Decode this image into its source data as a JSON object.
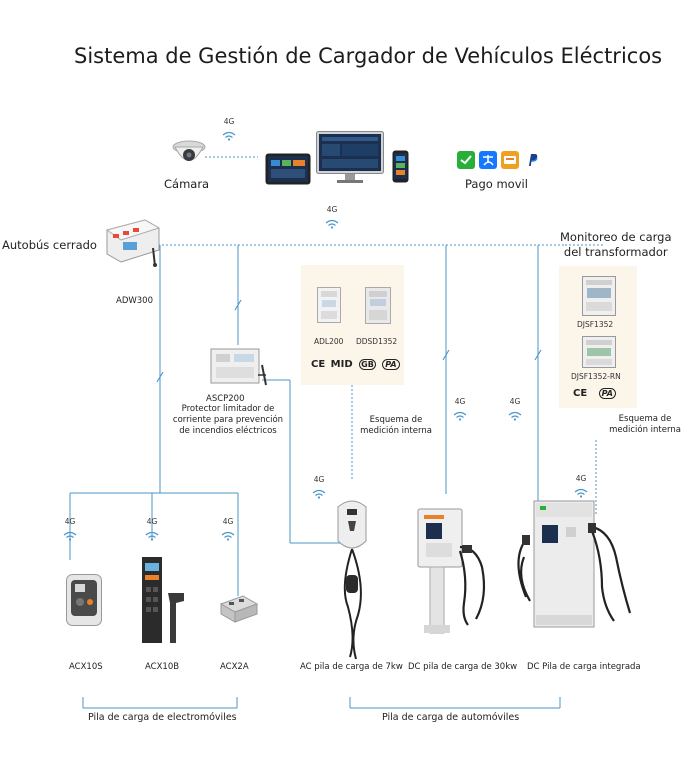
{
  "title": "Sistema de Gestión de Cargador de Vehículos Eléctricos",
  "signal": "4G",
  "top": {
    "camera": "Cámara",
    "payment": "Pago movil",
    "pay_icons": [
      "wechat-pay-icon",
      "alipay-icon",
      "unionpay-icon",
      "paypal-icon"
    ]
  },
  "bus": {
    "label": "Autobús cerrado",
    "meter": "ADW300",
    "transformer": "Monitoreo de carga\ndel transformador"
  },
  "ascp": {
    "model": "ASCP200",
    "desc": "Protector limitador de\ncorriente para prevención\nde incendios eléctricos"
  },
  "meters_panel": {
    "meters": [
      "ADL200",
      "DDSD1352"
    ],
    "certs": [
      "CE",
      "MID",
      "GB",
      "PA"
    ]
  },
  "transformer_panel": {
    "meters": [
      "DJSF1352",
      "DJSF1352-RN"
    ],
    "certs": [
      "CE",
      "PA"
    ]
  },
  "internal_scheme": "Esquema de\nmedición interna",
  "devices": {
    "ebike": [
      "ACX10S",
      "ACX10B",
      "ACX2A"
    ],
    "car": [
      "AC pila de carga de 7kw",
      "DC pila de carga de 30kw",
      "DC Pila de carga integrada"
    ]
  },
  "groups": {
    "ebike": "Pila de carga de electromóviles",
    "car": "Pila de carga de automóviles"
  },
  "colors": {
    "line": "#4b96c9",
    "panel": "#fbf5ea",
    "accent_orange": "#e8822a",
    "screen": "#1d2f4f"
  }
}
